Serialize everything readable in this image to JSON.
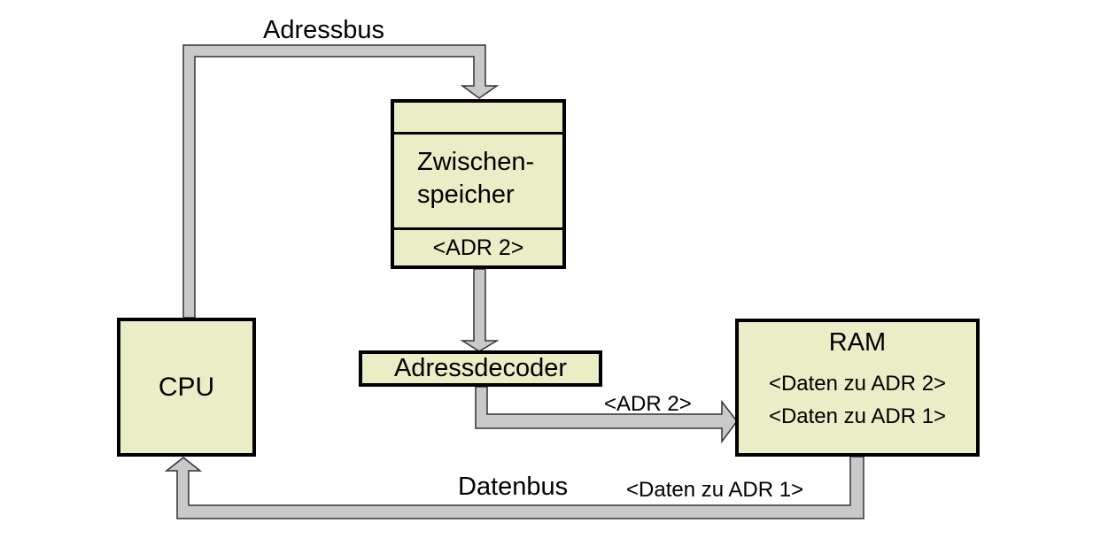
{
  "colors": {
    "background": "#FFFFFF",
    "box_fill": "#EAEDC5",
    "box_border": "#000000",
    "bus_fill": "#C9C9C9",
    "bus_stroke": "#333333",
    "text": "#000000"
  },
  "buses": {
    "adressbus_label": "Adressbus",
    "datenbus_label": "Datenbus",
    "adr2_label": "<ADR 2>",
    "daten_adr1_label": "<Daten zu ADR 1>"
  },
  "nodes": {
    "cpu": {
      "label": "CPU"
    },
    "zwischenspeicher": {
      "name_line1": "Zwischen-",
      "name_line2": "speicher",
      "address": "<ADR 2>"
    },
    "adressdecoder": {
      "label": "Adressdecoder"
    },
    "ram": {
      "label": "RAM",
      "data_line1": "<Daten zu ADR 2>",
      "data_line2": "<Daten zu ADR 1>"
    }
  }
}
